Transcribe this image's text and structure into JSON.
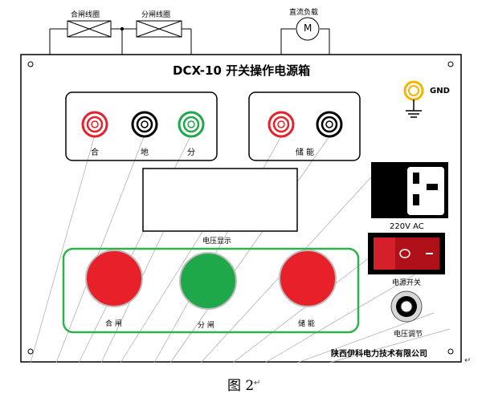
{
  "coils": {
    "close_coil": "合闸线圈",
    "open_coil": "分闸线圈",
    "dc_load": "直流负载",
    "motor_symbol": "M"
  },
  "panel": {
    "title": "DCX-10  开关操作电源箱",
    "gnd_label": "GND",
    "voltage_display_label": "电压显示",
    "ac_rating": "220V    AC",
    "power_switch_label": "电源开关",
    "voltage_adjust_label": "电压调节",
    "company": "陕西伊科电力技术有限公司"
  },
  "terminals": {
    "close": "合",
    "ground": "地",
    "open": "分",
    "storage": "储  能"
  },
  "buttons": {
    "close": "合  闸",
    "open": "分  闸",
    "storage": "储  能"
  },
  "figure": {
    "caption": "图 2",
    "return_mark": "↵"
  },
  "colors": {
    "red": "#e8202a",
    "green": "#1fa84a",
    "frame_green": "#2fb14b",
    "black": "#000000",
    "gnd_yellow": "#f4b400"
  }
}
